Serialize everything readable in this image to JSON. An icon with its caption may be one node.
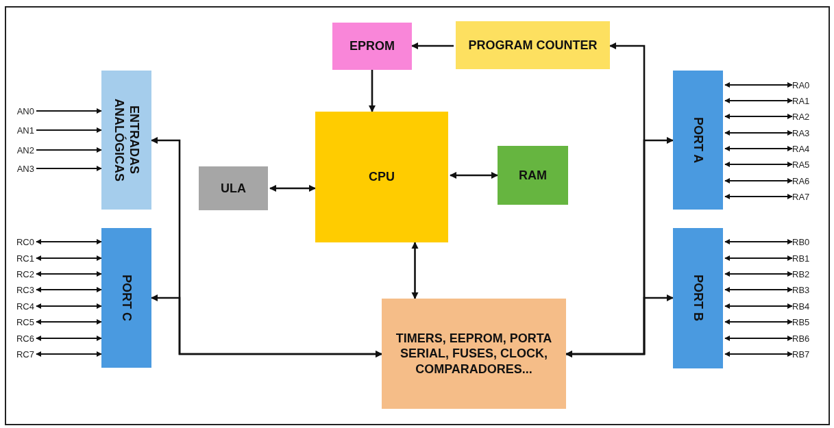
{
  "diagram": {
    "nodes": [
      {
        "text": [
          "EPROM"
        ]
      },
      {
        "text": [
          "PROGRAM COUNTER"
        ]
      },
      {
        "text": [
          "ENTRADAS ANALÓGICAS"
        ]
      },
      {
        "text": [
          "PORT A"
        ]
      },
      {
        "text": [
          "ULA"
        ]
      },
      {
        "text": [
          "CPU"
        ]
      },
      {
        "text": [
          "RAM"
        ]
      },
      {
        "text": [
          "PORT C"
        ]
      },
      {
        "text": [
          "PORT B"
        ]
      },
      {
        "text": [
          "TIMERS, EEPROM, PORTA SERIAL, FUSES, CLOCK, COMPARADORES..."
        ]
      },
      {
        "text": [
          "AN0"
        ]
      },
      {
        "text": [
          "AN1"
        ]
      },
      {
        "text": [
          "AN2"
        ]
      },
      {
        "text": [
          "AN3"
        ]
      },
      {
        "text": [
          "RA0"
        ]
      },
      {
        "text": [
          "RA1"
        ]
      },
      {
        "text": [
          "RA2"
        ]
      },
      {
        "text": [
          "RA3"
        ]
      },
      {
        "text": [
          "RA4"
        ]
      },
      {
        "text": [
          "RA5"
        ]
      },
      {
        "text": [
          "RA6"
        ]
      },
      {
        "text": [
          "RA7"
        ]
      },
      {
        "text": [
          "RC0"
        ]
      },
      {
        "text": [
          "RC1"
        ]
      },
      {
        "text": [
          "RC2"
        ]
      },
      {
        "text": [
          "RC3"
        ]
      },
      {
        "text": [
          "RC4"
        ]
      },
      {
        "text": [
          "RC5"
        ]
      },
      {
        "text": [
          "RC6"
        ]
      },
      {
        "text": [
          "RC7"
        ]
      },
      {
        "text": [
          "RB0"
        ]
      },
      {
        "text": [
          "RB1"
        ]
      },
      {
        "text": [
          "RB2"
        ]
      },
      {
        "text": [
          "RB3"
        ]
      },
      {
        "text": [
          "RB4"
        ]
      },
      {
        "text": [
          "RB5"
        ]
      },
      {
        "text": [
          "RB6"
        ]
      },
      {
        "text": [
          "RB7"
        ]
      }
    ],
    "edges": [
      {
        "from": 1,
        "to": 0,
        "arrow": "to"
      },
      {
        "from": 0,
        "to": 5,
        "arrow": "to"
      },
      {
        "from": 4,
        "to": 5,
        "arrow": "both"
      },
      {
        "from": 5,
        "to": 6,
        "arrow": "both"
      },
      {
        "from": 5,
        "to": 9,
        "arrow": "both"
      },
      {
        "from": 2,
        "to": 9,
        "arrow": "both"
      },
      {
        "from": 7,
        "to": 9,
        "arrow": "both"
      },
      {
        "from": 9,
        "to": 1,
        "arrow": "to"
      },
      {
        "from": 3,
        "to": 9,
        "arrow": "both"
      },
      {
        "from": 8,
        "to": 9,
        "arrow": "both"
      },
      {
        "from": 10,
        "to": 2,
        "arrow": "to"
      },
      {
        "from": 11,
        "to": 2,
        "arrow": "to"
      },
      {
        "from": 12,
        "to": 2,
        "arrow": "to"
      },
      {
        "from": 13,
        "to": 2,
        "arrow": "to"
      },
      {
        "from": 3,
        "to": 14,
        "arrow": "both"
      },
      {
        "from": 3,
        "to": 15,
        "arrow": "both"
      },
      {
        "from": 3,
        "to": 16,
        "arrow": "both"
      },
      {
        "from": 3,
        "to": 17,
        "arrow": "both"
      },
      {
        "from": 3,
        "to": 18,
        "arrow": "both"
      },
      {
        "from": 3,
        "to": 19,
        "arrow": "both"
      },
      {
        "from": 3,
        "to": 20,
        "arrow": "both"
      },
      {
        "from": 3,
        "to": 21,
        "arrow": "both"
      },
      {
        "from": 22,
        "to": 7,
        "arrow": "both"
      },
      {
        "from": 23,
        "to": 7,
        "arrow": "both"
      },
      {
        "from": 24,
        "to": 7,
        "arrow": "both"
      },
      {
        "from": 25,
        "to": 7,
        "arrow": "both"
      },
      {
        "from": 26,
        "to": 7,
        "arrow": "both"
      },
      {
        "from": 27,
        "to": 7,
        "arrow": "both"
      },
      {
        "from": 28,
        "to": 7,
        "arrow": "both"
      },
      {
        "from": 29,
        "to": 7,
        "arrow": "both"
      },
      {
        "from": 8,
        "to": 30,
        "arrow": "both"
      },
      {
        "from": 8,
        "to": 31,
        "arrow": "both"
      },
      {
        "from": 8,
        "to": 32,
        "arrow": "both"
      },
      {
        "from": 8,
        "to": 33,
        "arrow": "both"
      },
      {
        "from": 8,
        "to": 34,
        "arrow": "both"
      },
      {
        "from": 8,
        "to": 35,
        "arrow": "both"
      },
      {
        "from": 8,
        "to": 36,
        "arrow": "both"
      },
      {
        "from": 8,
        "to": 37,
        "arrow": "both"
      }
    ]
  }
}
